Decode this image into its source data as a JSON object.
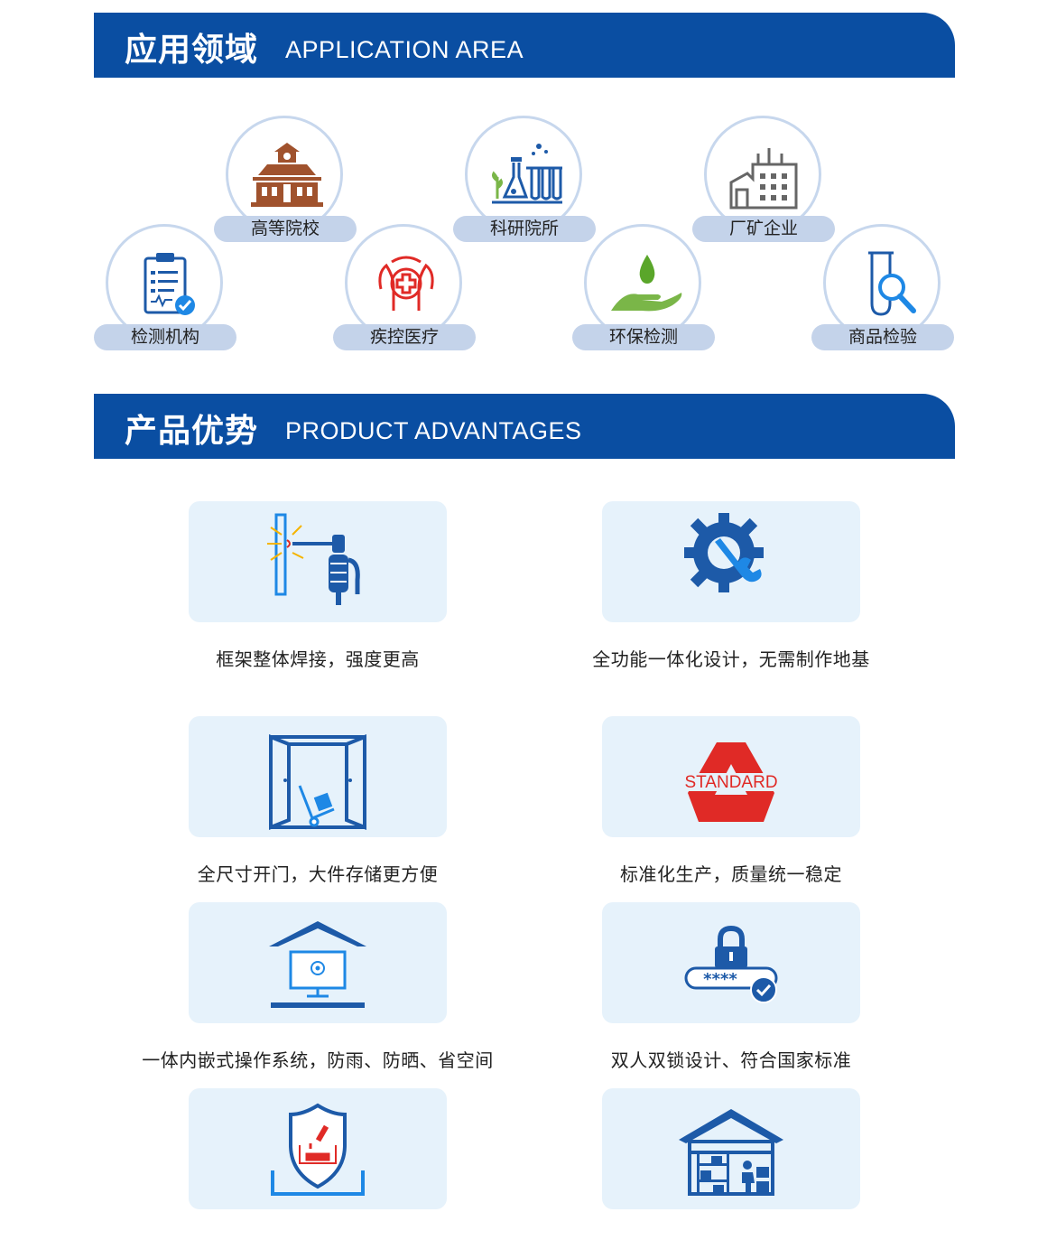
{
  "application": {
    "title_zh": "应用领域",
    "title_en": "APPLICATION AREA",
    "items": [
      {
        "label": "高等院校",
        "icon": "school-building-icon"
      },
      {
        "label": "科研院所",
        "icon": "lab-flasks-icon"
      },
      {
        "label": "厂矿企业",
        "icon": "factory-icon"
      },
      {
        "label": "检测机构",
        "icon": "clipboard-check-icon"
      },
      {
        "label": "疾控医疗",
        "icon": "medical-cross-hands-icon"
      },
      {
        "label": "环保检测",
        "icon": "water-drop-hand-icon"
      },
      {
        "label": "商品检验",
        "icon": "test-tube-magnifier-icon"
      }
    ]
  },
  "advantages": {
    "title_zh": "产品优势",
    "title_en": "PRODUCT ADVANTAGES",
    "items": [
      {
        "text": "框架整体焊接，强度更高",
        "icon": "welding-icon"
      },
      {
        "text": "全功能一体化设计，无需制作地基",
        "icon": "gear-wrench-icon"
      },
      {
        "text": "全尺寸开门，大件存储更方便",
        "icon": "open-door-cart-icon"
      },
      {
        "text": "标准化生产，质量统一稳定",
        "icon": "standard-badge-icon"
      },
      {
        "text": "一体内嵌式操作系统，防雨、防晒、省空间",
        "icon": "embedded-monitor-icon"
      },
      {
        "text": "双人双锁设计、符合国家标准",
        "icon": "password-lock-icon"
      },
      {
        "text": "",
        "icon": "chemical-shield-icon"
      },
      {
        "text": "",
        "icon": "warehouse-worker-icon"
      }
    ],
    "standard_label": "STANDARD"
  },
  "colors": {
    "header_blue": "#0a4ea2",
    "pill_blue": "#c4d3ea",
    "card_bg": "#e6f2fb",
    "icon_blue": "#1d5aa8",
    "icon_red": "#e02a26",
    "icon_brown": "#a0522d",
    "icon_green": "#7ab648"
  }
}
